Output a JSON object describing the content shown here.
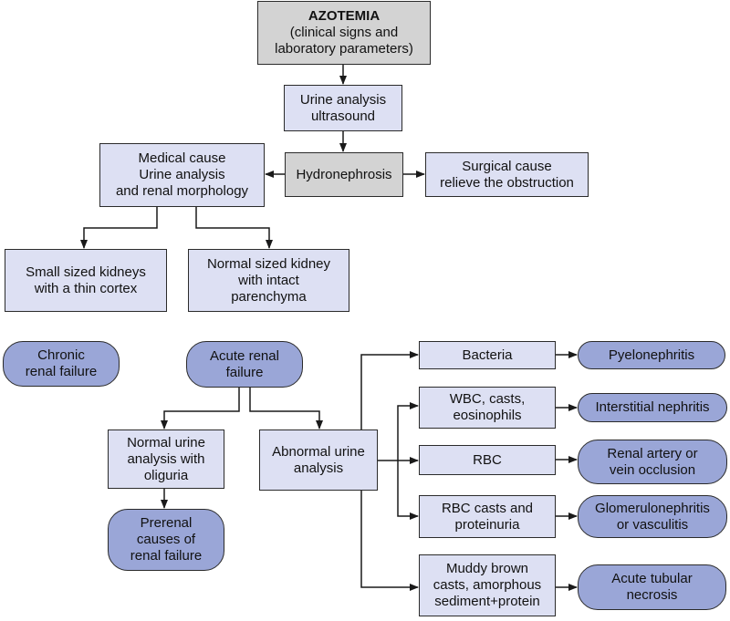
{
  "nodes": {
    "azotemia": {
      "title": "AZOTEMIA",
      "lines": [
        "(clinical signs and",
        "laboratory parameters)"
      ]
    },
    "urine_ultrasound": {
      "lines": [
        "Urine analysis",
        "ultrasound"
      ]
    },
    "hydronephrosis": {
      "lines": [
        "Hydronephrosis"
      ]
    },
    "medical_cause": {
      "lines": [
        "Medical cause",
        "Urine analysis",
        "and renal morphology"
      ]
    },
    "surgical_cause": {
      "lines": [
        "Surgical cause",
        "relieve the obstruction"
      ]
    },
    "small_kidneys": {
      "lines": [
        "Small sized kidneys",
        "with a thin cortex"
      ]
    },
    "normal_kidney": {
      "lines": [
        "Normal sized kidney",
        "with intact",
        "parenchyma"
      ]
    },
    "chronic_failure": {
      "lines": [
        "Chronic",
        "renal failure"
      ]
    },
    "acute_failure": {
      "lines": [
        "Acute renal",
        "failure"
      ]
    },
    "normal_urine": {
      "lines": [
        "Normal urine",
        "analysis with",
        "oliguria"
      ]
    },
    "prerenal": {
      "lines": [
        "Prerenal",
        "causes of",
        "renal failure"
      ]
    },
    "abnormal_urine": {
      "lines": [
        "Abnormal urine",
        "analysis"
      ]
    },
    "bacteria": {
      "lines": [
        "Bacteria"
      ]
    },
    "pyelonephritis": {
      "lines": [
        "Pyelonephritis"
      ]
    },
    "wbc_casts": {
      "lines": [
        "WBC, casts,",
        "eosinophils"
      ]
    },
    "interstitial": {
      "lines": [
        "Interstitial nephritis"
      ]
    },
    "rbc": {
      "lines": [
        "RBC"
      ]
    },
    "renal_artery": {
      "lines": [
        "Renal artery or",
        "vein occlusion"
      ]
    },
    "rbc_casts": {
      "lines": [
        "RBC casts and",
        "proteinuria"
      ]
    },
    "glomerulo": {
      "lines": [
        "Glomerulonephritis",
        "or vasculitis"
      ]
    },
    "muddy_brown": {
      "lines": [
        "Muddy brown",
        "casts, amorphous",
        "sediment+protein"
      ]
    },
    "acute_tubular": {
      "lines": [
        "Acute tubular",
        "necrosis"
      ]
    }
  },
  "colors": {
    "box_fill": "#dde0f3",
    "gray_fill": "#d3d3d3",
    "pill_fill": "#9aa6d7",
    "stroke": "#2b2b2b",
    "text": "#111111"
  }
}
